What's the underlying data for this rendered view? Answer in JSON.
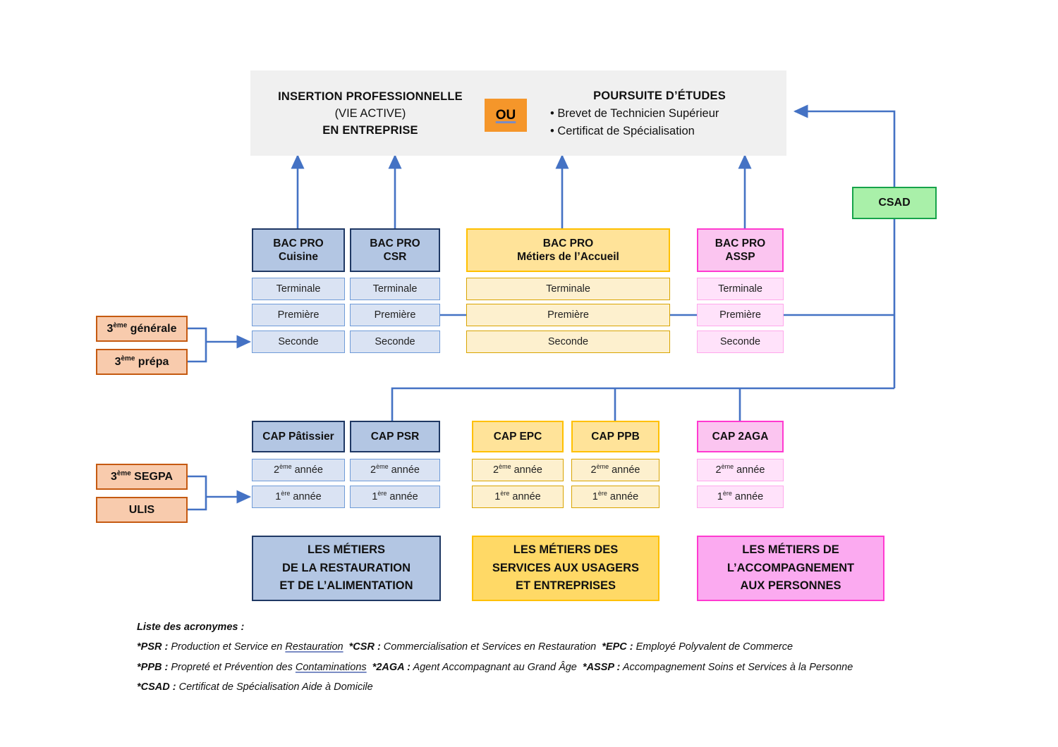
{
  "banner": {
    "left_title": "INSERTION PROFESSIONNELLE",
    "left_line2": "(VIE ACTIVE)",
    "left_line3": "EN ENTREPRISE",
    "or_label": "OU",
    "right_title": "POURSUITE D’ÉTUDES",
    "right_bullets": [
      "• Brevet de Technicien Supérieur",
      "• Certificat de Spécialisation"
    ]
  },
  "csad": {
    "label": "CSAD"
  },
  "entries": {
    "upper": [
      {
        "label_html": "3ème générale",
        "base": "3",
        "sup": "ème",
        "rest": " générale"
      },
      {
        "label_html": "3ème prépa",
        "base": "3",
        "sup": "ème",
        "rest": " prépa"
      }
    ],
    "lower": [
      {
        "label_html": "3ème SEGPA",
        "base": "3",
        "sup": "ème",
        "rest": " SEGPA"
      },
      {
        "label_html": "ULIS",
        "base": "",
        "sup": "",
        "rest": "ULIS"
      }
    ]
  },
  "bacpro": [
    {
      "title_line1": "BAC PRO",
      "title_line2": "Cuisine",
      "color": "blue",
      "levels": [
        "Terminale",
        "Première",
        "Seconde"
      ]
    },
    {
      "title_line1": "BAC PRO",
      "title_line2": "CSR",
      "color": "blue",
      "levels": [
        "Terminale",
        "Première",
        "Seconde"
      ]
    },
    {
      "title_line1": "BAC PRO",
      "title_line2": "Métiers de l’Accueil",
      "color": "yellow",
      "levels": [
        "Terminale",
        "Première",
        "Seconde"
      ]
    },
    {
      "title_line1": "BAC PRO",
      "title_line2": "ASSP",
      "color": "pink",
      "levels": [
        "Terminale",
        "Première",
        "Seconde"
      ]
    }
  ],
  "cap": [
    {
      "title": "CAP Pâtissier",
      "color": "blue",
      "levels": [
        {
          "n": "2",
          "sup": "ème",
          "rest": " année"
        },
        {
          "n": "1",
          "sup": "ère",
          "rest": " année"
        }
      ]
    },
    {
      "title": "CAP PSR",
      "color": "blue",
      "levels": [
        {
          "n": "2",
          "sup": "ème",
          "rest": " année"
        },
        {
          "n": "1",
          "sup": "ère",
          "rest": " année"
        }
      ]
    },
    {
      "title": "CAP EPC",
      "color": "yellow",
      "levels": [
        {
          "n": "2",
          "sup": "ème",
          "rest": " année"
        },
        {
          "n": "1",
          "sup": "ère",
          "rest": " année"
        }
      ]
    },
    {
      "title": "CAP PPB",
      "color": "yellow",
      "levels": [
        {
          "n": "2",
          "sup": "ème",
          "rest": " année"
        },
        {
          "n": "1",
          "sup": "ère",
          "rest": " année"
        }
      ]
    },
    {
      "title": "CAP 2AGA",
      "color": "pink",
      "levels": [
        {
          "n": "2",
          "sup": "ème",
          "rest": " année"
        },
        {
          "n": "1",
          "sup": "ère",
          "rest": " année"
        }
      ]
    }
  ],
  "families": [
    {
      "lines": [
        "LES MÉTIERS",
        "DE LA RESTAURATION",
        "ET DE L’ALIMENTATION"
      ],
      "color": "blue"
    },
    {
      "lines": [
        "LES MÉTIERS DES",
        "SERVICES AUX USAGERS",
        "ET ENTREPRISES"
      ],
      "color": "yellow"
    },
    {
      "lines": [
        "LES MÉTIERS DE",
        "L’ACCOMPAGNEMENT",
        "AUX PERSONNES"
      ],
      "color": "pink"
    }
  ],
  "legend": {
    "title": "Liste des acronymes :",
    "line1": {
      "a_key": "*PSR :",
      "a_val": " Production et Service en ",
      "a_u": "Restauration",
      "b_key": "*CSR :",
      "b_val": " Commercialisation et Services en Restauration",
      "c_key": "*EPC :",
      "c_val": " Employé Polyvalent de Commerce"
    },
    "line2": {
      "a_key": "*PPB :",
      "a_val": " Propreté et Prévention des ",
      "a_u": "Contaminations",
      "b_key": "*2AGA :",
      "b_val": " Agent Accompagnant au Grand Âge",
      "c_key": "*ASSP :",
      "c_val": " Accompagnement Soins et Services à la Personne"
    },
    "line3": {
      "a_key": "*CSAD :",
      "a_val": " Certificat de Spécialisation Aide à Domicile"
    }
  },
  "colors": {
    "wire": "#4472c4",
    "banner_bg": "#f0f0f0",
    "ou_bg": "#f5962a",
    "blue_header": "#b3c6e3",
    "blue_border": "#1f3864",
    "yellow_header": "#ffe399",
    "yellow_border": "#ffc000",
    "pink_header": "#fbc5f0",
    "pink_border": "#ff3ad0",
    "orange_fill": "#f8cbad",
    "orange_border": "#c55a11",
    "green_fill": "#a9f0a9",
    "green_border": "#16a34a"
  }
}
